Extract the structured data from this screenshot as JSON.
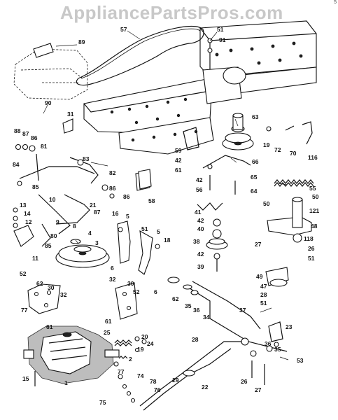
{
  "watermark": "AppliancePartsPros.com",
  "corner_mark": "5",
  "callouts": {
    "c89": "89",
    "c57": "57",
    "c51a": "51",
    "c91": "91",
    "c90": "90",
    "c31": "31",
    "c63": "63",
    "c19": "19",
    "c72": "72",
    "c70": "70",
    "c116": "116",
    "c88": "88",
    "c87": "87",
    "c86": "86",
    "c81": "81",
    "c83": "83",
    "c82": "82",
    "c59": "59",
    "c42a": "42",
    "c61a": "61",
    "c66": "66",
    "c42b": "42",
    "c56": "56",
    "c65": "65",
    "c64": "64",
    "c55": "55",
    "c84": "84",
    "c85a": "85",
    "c86b": "86",
    "c86c": "86",
    "c21": "21",
    "c87b": "87",
    "c58": "58",
    "c10": "10",
    "c16": "16",
    "c13": "13",
    "c14": "14",
    "c12": "12",
    "c9": "9",
    "c8": "8",
    "c80": "80",
    "c85b": "85",
    "c11": "11",
    "c4": "4",
    "c3": "3",
    "c5a": "5",
    "c51b": "51",
    "c5b": "5",
    "c18": "18",
    "c6a": "6",
    "c6b": "6",
    "c41": "41",
    "c42c": "42",
    "c40": "40",
    "c38": "38",
    "c42d": "42",
    "c39": "39",
    "c50a": "50",
    "c50b": "50",
    "c121": "121",
    "c48": "48",
    "c118": "118",
    "c27a": "27",
    "c26a": "26",
    "c51c": "51",
    "c49": "49",
    "c47": "47",
    "c28a": "28",
    "c51d": "51",
    "c52a": "52",
    "c62a": "62",
    "c30a": "30",
    "c32a": "32",
    "c77a": "77",
    "c61b": "61",
    "c32b": "32",
    "c30b": "30",
    "c52b": "52",
    "c61c": "61",
    "c62b": "62",
    "c35a": "35",
    "c36a": "36",
    "c34": "34",
    "c37": "37",
    "c25": "25",
    "c20": "20",
    "c19b": "19",
    "c24": "24",
    "c2": "2",
    "c28b": "28",
    "c23": "23",
    "c36b": "36",
    "c35b": "35",
    "c53": "53",
    "c15": "15",
    "c1": "1",
    "c77b": "77",
    "c74": "74",
    "c78": "78",
    "c75": "75",
    "c76": "76",
    "c29": "29",
    "c22": "22",
    "c26b": "26",
    "c27b": "27"
  }
}
